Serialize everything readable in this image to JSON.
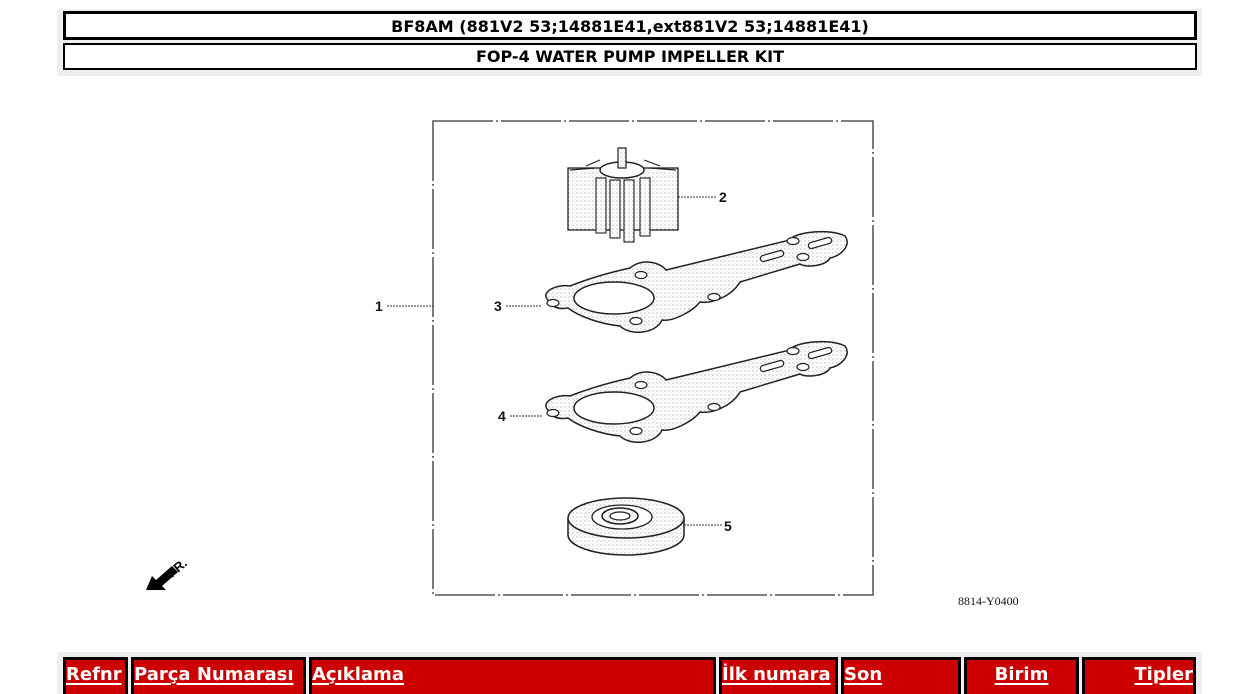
{
  "header": {
    "model_title": "BF8AM (881V2 53;14881E41,ext881V2 53;14881E41)",
    "section_title": "FOP-4 WATER PUMP IMPELLER KIT"
  },
  "diagram": {
    "callouts": [
      "1",
      "2",
      "3",
      "4",
      "5"
    ],
    "parts": [
      {
        "ref": "1",
        "name": "kit-frame"
      },
      {
        "ref": "2",
        "name": "impeller"
      },
      {
        "ref": "3",
        "name": "gasket-upper"
      },
      {
        "ref": "4",
        "name": "gasket-lower"
      },
      {
        "ref": "5",
        "name": "oil-seal"
      }
    ],
    "direction_label": "FR.",
    "drawing_code": "8814-Y0400"
  },
  "table": {
    "columns": [
      {
        "label": "Refnr",
        "align": "left"
      },
      {
        "label": "Parça Numarası",
        "align": "left"
      },
      {
        "label": "Açıklama",
        "align": "left"
      },
      {
        "label": "İlk numara",
        "align": "left"
      },
      {
        "label": "Son",
        "align": "left"
      },
      {
        "label": "Birim",
        "align": "center"
      },
      {
        "label": "Tipler",
        "align": "right"
      }
    ]
  },
  "colors": {
    "header_red": "#cc0000",
    "panel_gray": "#efefef",
    "text_white": "#ffffff"
  }
}
